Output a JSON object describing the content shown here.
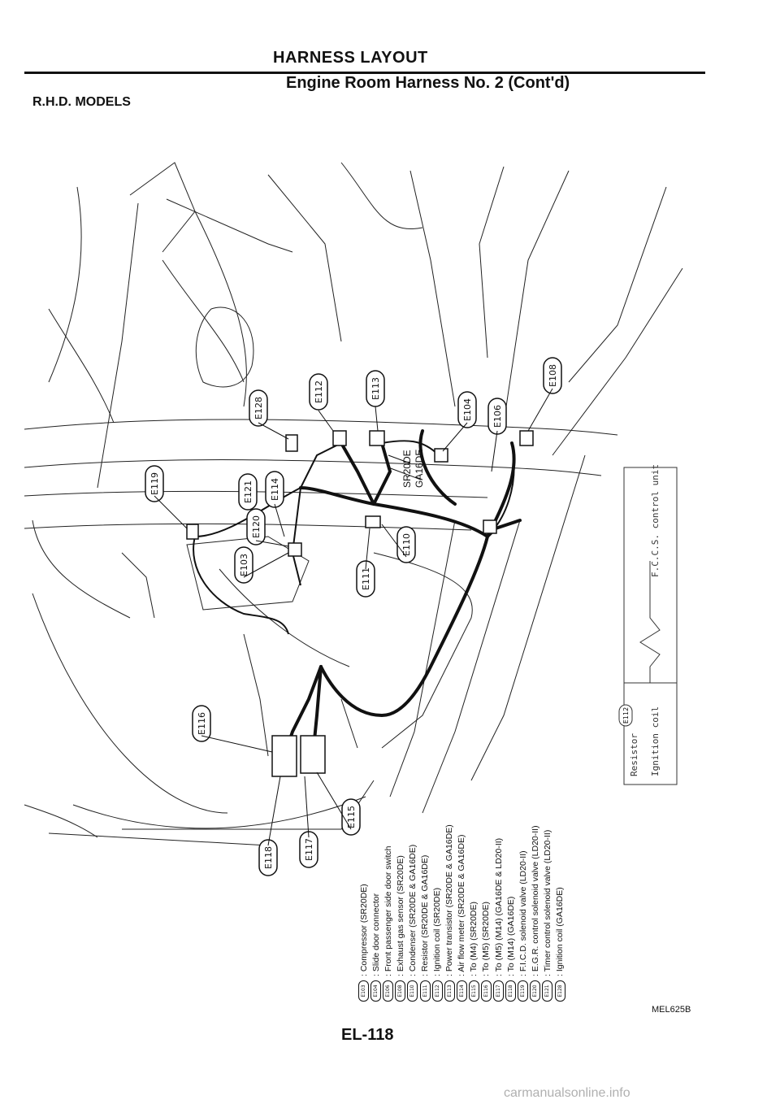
{
  "header": {
    "title": "HARNESS LAYOUT",
    "subtitle": "Engine Room Harness No. 2 (Cont'd)",
    "model": "R.H.D. MODELS"
  },
  "connectors": [
    "E128",
    "E112",
    "E113",
    "E108",
    "E104",
    "E106",
    "E121",
    "E114",
    "E119",
    "E120",
    "E103",
    "E111",
    "E110",
    "E116",
    "E115",
    "E118",
    "E117"
  ],
  "variants": [
    "SR20DE",
    "GA16DE"
  ],
  "side_unit": {
    "unit_label": "F.C.C.S. control unit",
    "coil_label": "Ignition coil",
    "resistor_label": "Resistor",
    "resistor_connector": "E112"
  },
  "legend": [
    {
      "code": "E103",
      "text": ": Compressor (SR20DE)"
    },
    {
      "code": "E104",
      "text": ": Slide door connector"
    },
    {
      "code": "E106",
      "text": ": Front passenger side door switch"
    },
    {
      "code": "E108",
      "text": ": Exhaust gas sensor (SR20DE)"
    },
    {
      "code": "E110",
      "text": ": Condenser (SR20DE & GA16DE)"
    },
    {
      "code": "E111",
      "text": ": Resistor (SR20DE & GA16DE)"
    },
    {
      "code": "E112",
      "text": ": Ignition coil (SR20DE)"
    },
    {
      "code": "E113",
      "text": ": Power transistor (SR20DE & GA16DE)"
    },
    {
      "code": "E114",
      "text": ": Air flow meter (SR20DE & GA16DE)"
    },
    {
      "code": "E115",
      "text": ": To (M4) (SR20DE)"
    },
    {
      "code": "E116",
      "text": ": To (M5) (SR20DE)"
    },
    {
      "code": "E117",
      "text": ": To (M5) (M14) (GA16DE & LD20-II)"
    },
    {
      "code": "E118",
      "text": ": To (M14) (GA16DE)"
    },
    {
      "code": "E119",
      "text": ": F.I.C.D. solenoid valve (LD20-II)"
    },
    {
      "code": "E120",
      "text": ": E.G.R. control solenoid valve (LD20-II)"
    },
    {
      "code": "E121",
      "text": ": Timer control solenoid valve (LD20-II)"
    },
    {
      "code": "E128",
      "text": ": Ignition coil (GA16DE)"
    }
  ],
  "figure_code": "MEL625B",
  "page_number": "EL-118",
  "watermark": "carmanualsonline.info"
}
